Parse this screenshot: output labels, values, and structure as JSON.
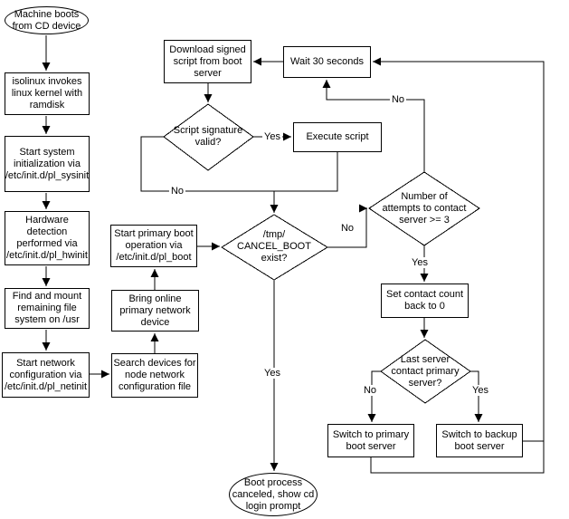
{
  "diagram": {
    "type": "flowchart",
    "background_color": "#ffffff",
    "line_color": "#000000",
    "nodes": {
      "start": {
        "shape": "terminator",
        "label": "Machine boots\nfrom CD device"
      },
      "isolinux": {
        "shape": "process",
        "label": "isolinux invokes\nlinux kernel with\nramdisk"
      },
      "sysinit": {
        "shape": "process",
        "label": "Start system\ninitialization via\n/etc/init.d/pl_sysinit"
      },
      "hwinit": {
        "shape": "process",
        "label": "Hardware\ndetection\nperformed via\n/etc/init.d/pl_hwinit"
      },
      "mount_usr": {
        "shape": "process",
        "label": "Find and mount\nremaining file\nsystem on /usr"
      },
      "netinit": {
        "shape": "process",
        "label": "Start network\nconfiguration via\n/etc/init.d/pl_netinit"
      },
      "search_config": {
        "shape": "process",
        "label": "Search devices for\nnode network\nconfiguration file"
      },
      "bring_online": {
        "shape": "process",
        "label": "Bring online\nprimary network\ndevice"
      },
      "pl_boot": {
        "shape": "process",
        "label": "Start primary boot\noperation via\n/etc/init.d/pl_boot"
      },
      "download": {
        "shape": "process",
        "label": "Download signed\nscript from boot\nserver"
      },
      "wait": {
        "shape": "process",
        "label": "Wait 30 seconds"
      },
      "sig_valid": {
        "shape": "decision",
        "label": "Script signature\nvalid?"
      },
      "execute": {
        "shape": "process",
        "label": "Execute script"
      },
      "cancel_boot": {
        "shape": "decision",
        "label": "/tmp/\nCANCEL_BOOT\nexist?"
      },
      "attempts": {
        "shape": "decision",
        "label": "Number of\nattempts to contact\nserver >= 3"
      },
      "reset_count": {
        "shape": "process",
        "label": "Set contact count\nback to 0"
      },
      "last_server": {
        "shape": "decision",
        "label": "Last server\ncontact primary\nserver?"
      },
      "switch_primary": {
        "shape": "process",
        "label": "Switch to primary\nboot server"
      },
      "switch_backup": {
        "shape": "process",
        "label": "Switch to backup\nboot server"
      },
      "end": {
        "shape": "terminator",
        "label": "Boot process\ncanceled, show cd\nlogin prompt"
      }
    },
    "edge_labels": {
      "sig_yes": "Yes",
      "sig_no": "No",
      "cancel_no": "No",
      "cancel_yes": "Yes",
      "attempts_no": "No",
      "attempts_yes": "Yes",
      "last_no": "No",
      "last_yes": "Yes"
    },
    "edges": [
      {
        "from": "start",
        "to": "isolinux"
      },
      {
        "from": "isolinux",
        "to": "sysinit"
      },
      {
        "from": "sysinit",
        "to": "hwinit"
      },
      {
        "from": "hwinit",
        "to": "mount_usr"
      },
      {
        "from": "mount_usr",
        "to": "netinit"
      },
      {
        "from": "netinit",
        "to": "search_config"
      },
      {
        "from": "search_config",
        "to": "bring_online"
      },
      {
        "from": "bring_online",
        "to": "pl_boot"
      },
      {
        "from": "pl_boot",
        "to": "cancel_boot"
      },
      {
        "from": "wait",
        "to": "download"
      },
      {
        "from": "download",
        "to": "sig_valid"
      },
      {
        "from": "sig_valid",
        "to": "execute",
        "label": "Yes"
      },
      {
        "from": "sig_valid",
        "to": "cancel_boot",
        "label": "No"
      },
      {
        "from": "execute",
        "to": "cancel_boot"
      },
      {
        "from": "cancel_boot",
        "to": "attempts",
        "label": "No"
      },
      {
        "from": "cancel_boot",
        "to": "end",
        "label": "Yes"
      },
      {
        "from": "attempts",
        "to": "wait",
        "label": "No"
      },
      {
        "from": "attempts",
        "to": "reset_count",
        "label": "Yes"
      },
      {
        "from": "reset_count",
        "to": "last_server"
      },
      {
        "from": "last_server",
        "to": "switch_primary",
        "label": "No"
      },
      {
        "from": "last_server",
        "to": "switch_backup",
        "label": "Yes"
      },
      {
        "from": "switch_primary",
        "to": "wait"
      },
      {
        "from": "switch_backup",
        "to": "wait"
      }
    ]
  }
}
